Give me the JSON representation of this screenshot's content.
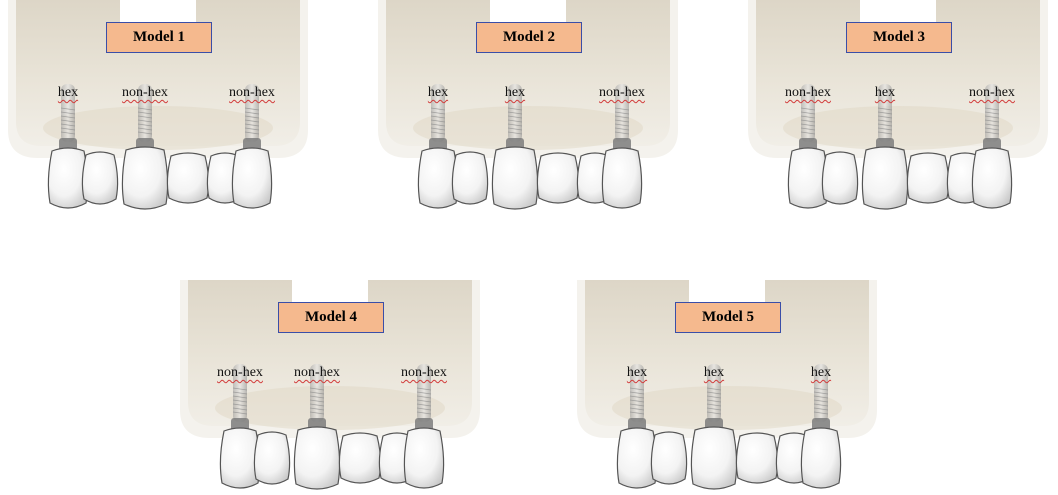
{
  "models": [
    {
      "title": "Model 1",
      "implants": [
        "hex",
        "non-hex",
        "non-hex"
      ]
    },
    {
      "title": "Model 2",
      "implants": [
        "hex",
        "hex",
        "non-hex"
      ]
    },
    {
      "title": "Model 3",
      "implants": [
        "non-hex",
        "hex",
        "non-hex"
      ]
    },
    {
      "title": "Model 4",
      "implants": [
        "non-hex",
        "non-hex",
        "non-hex"
      ]
    },
    {
      "title": "Model 5",
      "implants": [
        "hex",
        "hex",
        "hex"
      ]
    }
  ],
  "colors": {
    "label_fill": "#f5b98e",
    "label_border": "#3a4ea8",
    "bone": "#e7e1d4",
    "tooth": "#f6f6f6",
    "spellcheck_underline": "#d23a3a"
  }
}
